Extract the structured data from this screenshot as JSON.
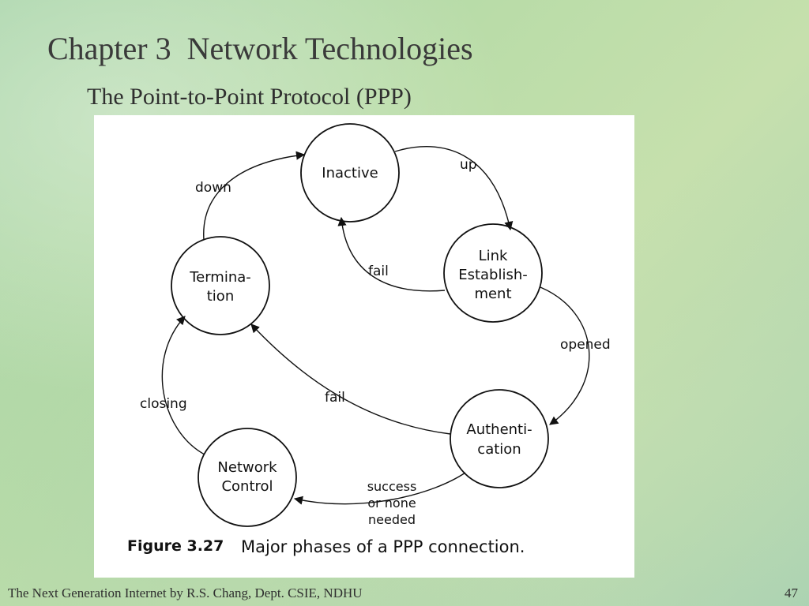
{
  "slide": {
    "title": "Chapter 3  Network Technologies",
    "subtitle": "The Point-to-Point Protocol (PPP)",
    "footer_left": "The Next Generation Internet by R.S. Chang, Dept. CSIE, NDHU",
    "page_number": "47"
  },
  "diagram": {
    "nodes": {
      "inactive": [
        "Inactive"
      ],
      "link": [
        "Link",
        "Establish-",
        "ment"
      ],
      "auth": [
        "Authenti-",
        "cation"
      ],
      "network": [
        "Network",
        "Control"
      ],
      "termination": [
        "Termina-",
        "tion"
      ]
    },
    "edges": {
      "up": "up",
      "fail_link": "fail",
      "opened": "opened",
      "fail_auth": "fail",
      "success": [
        "success",
        "or none",
        "needed"
      ],
      "closing": "closing",
      "down": "down"
    },
    "caption": {
      "number": "Figure 3.27",
      "text": "Major phases of a PPP connection."
    }
  }
}
